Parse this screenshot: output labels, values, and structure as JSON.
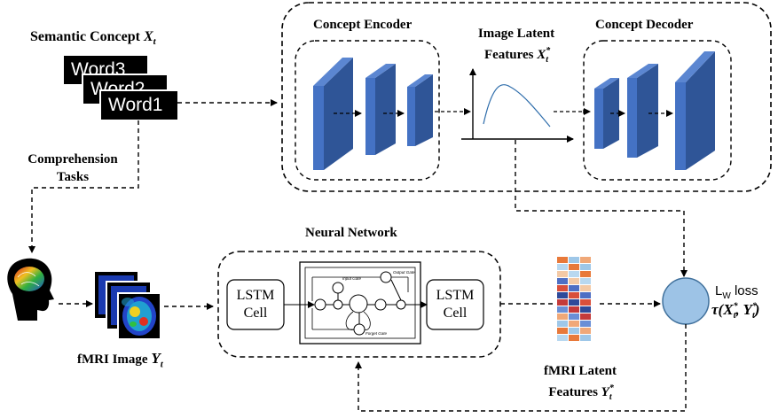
{
  "semantic_concept": {
    "label": "Semantic Concept",
    "var": "X",
    "sub": "t"
  },
  "words": [
    "Word3",
    "Word2",
    "Word1"
  ],
  "comprehension": {
    "line1": "Comprehension",
    "line2": "Tasks"
  },
  "encoder": {
    "title": "Concept Encoder"
  },
  "decoder": {
    "title": "Concept Decoder"
  },
  "latent_image": {
    "line1": "Image Latent",
    "line2": "Features",
    "var": "X",
    "sub": "t",
    "sup": "*"
  },
  "neural_network": {
    "title": "Neural Network"
  },
  "lstm": {
    "left_line1": "LSTM",
    "left_line2": "Cell",
    "right_line1": "LSTM",
    "right_line2": "Cell"
  },
  "fmri_image": {
    "label": "fMRI Image",
    "var": "Y",
    "sub": "t"
  },
  "fmri_latent": {
    "line1": "fMRI Latent",
    "line2": "Features",
    "var": "Y",
    "sub": "t",
    "sup": "*"
  },
  "loss": {
    "label": "L",
    "label_sub": "W",
    "label_rest": " loss",
    "formula": "τ(X*t, Y*t)"
  },
  "lstm_inner": {
    "input_gate": "Input Gate",
    "output_gate": "Output Gate",
    "forget_gate": "Forget Gate"
  },
  "colors": {
    "block_blue": "#4472c4",
    "block_dark": "#2f5597",
    "circle_fill": "#9dc3e6",
    "circle_stroke": "#41719c"
  }
}
